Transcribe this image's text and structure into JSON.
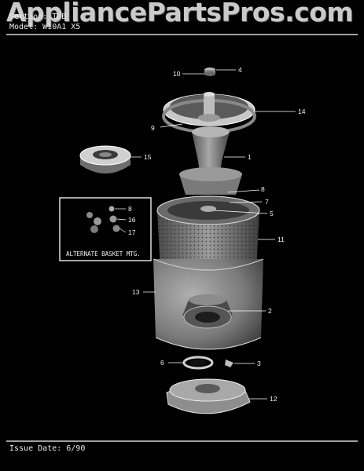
{
  "header": {
    "watermark": "AppliancePartsPros.com",
    "section_label": "Section:",
    "section_value": "TUB",
    "model_label": "Model:",
    "model_value": "W10A1 X5"
  },
  "callouts": {
    "c1": "1",
    "c2": "2",
    "c3": "3",
    "c4": "4",
    "c5": "5",
    "c6": "6",
    "c7": "7",
    "c8": "8",
    "c9": "9",
    "c10": "10",
    "c11": "11",
    "c12": "12",
    "c13": "13",
    "c14": "14",
    "c15": "15",
    "c16": "16",
    "c17": "17",
    "c8b": "8"
  },
  "inset": {
    "caption": "ALTERNATE BASKET MTG."
  },
  "footer": {
    "issue_label": "Issue Date:",
    "issue_value": "6/90"
  },
  "colors": {
    "background": "#000000",
    "ink": "#ffffff",
    "part_gray": "#9a9a9a"
  }
}
